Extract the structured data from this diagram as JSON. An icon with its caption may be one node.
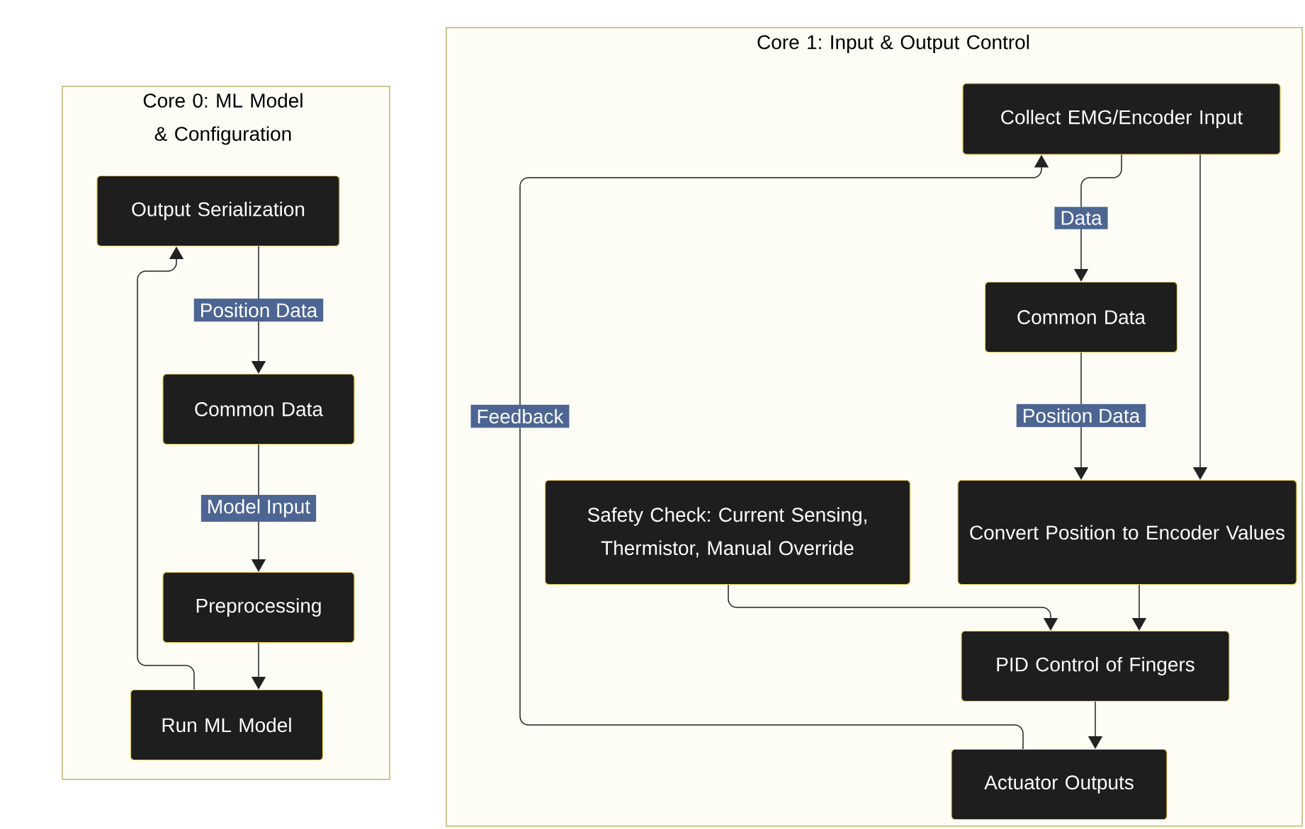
{
  "diagram": {
    "nodes": [
      {
        "text": [
          "Core 0: ML Model & Configuration"
        ]
      },
      {
        "text": [
          "Output Serialization"
        ],
        "in": 0
      },
      {
        "text": [
          "Common Data"
        ],
        "in": 0
      },
      {
        "text": [
          "Preprocessing"
        ],
        "in": 0
      },
      {
        "text": [
          "Run ML Model"
        ],
        "in": 0
      },
      {
        "text": [
          "Core 1: Input & Output Control"
        ]
      },
      {
        "text": [
          "Collect EMG/Encoder Input"
        ],
        "in": 5
      },
      {
        "text": [
          "Common Data"
        ],
        "in": 5
      },
      {
        "text": [
          "Safety Check: Current Sensing, Thermistor, Manual Override"
        ],
        "in": 5
      },
      {
        "text": [
          "Convert Position to Encoder Values"
        ],
        "in": 5
      },
      {
        "text": [
          "PID Control of Fingers"
        ],
        "in": 5
      },
      {
        "text": [
          "Actuator Outputs"
        ],
        "in": 5
      }
    ],
    "edges": [
      {
        "from": 1,
        "to": 2,
        "arrow": "to",
        "label": "Position Data"
      },
      {
        "from": 2,
        "to": 3,
        "arrow": "to",
        "label": "Model Input"
      },
      {
        "from": 3,
        "to": 4,
        "arrow": "to"
      },
      {
        "from": 4,
        "to": 1,
        "arrow": "to"
      },
      {
        "from": 6,
        "to": 7,
        "arrow": "to",
        "label": "Data"
      },
      {
        "from": 6,
        "to": 9,
        "arrow": "to"
      },
      {
        "from": 7,
        "to": 9,
        "arrow": "to",
        "label": "Position Data"
      },
      {
        "from": 8,
        "to": 10,
        "arrow": "to"
      },
      {
        "from": 9,
        "to": 10,
        "arrow": "to"
      },
      {
        "from": 10,
        "to": 11,
        "arrow": "to"
      },
      {
        "from": 11,
        "to": 6,
        "arrow": "to",
        "label": "Feedback"
      }
    ]
  }
}
